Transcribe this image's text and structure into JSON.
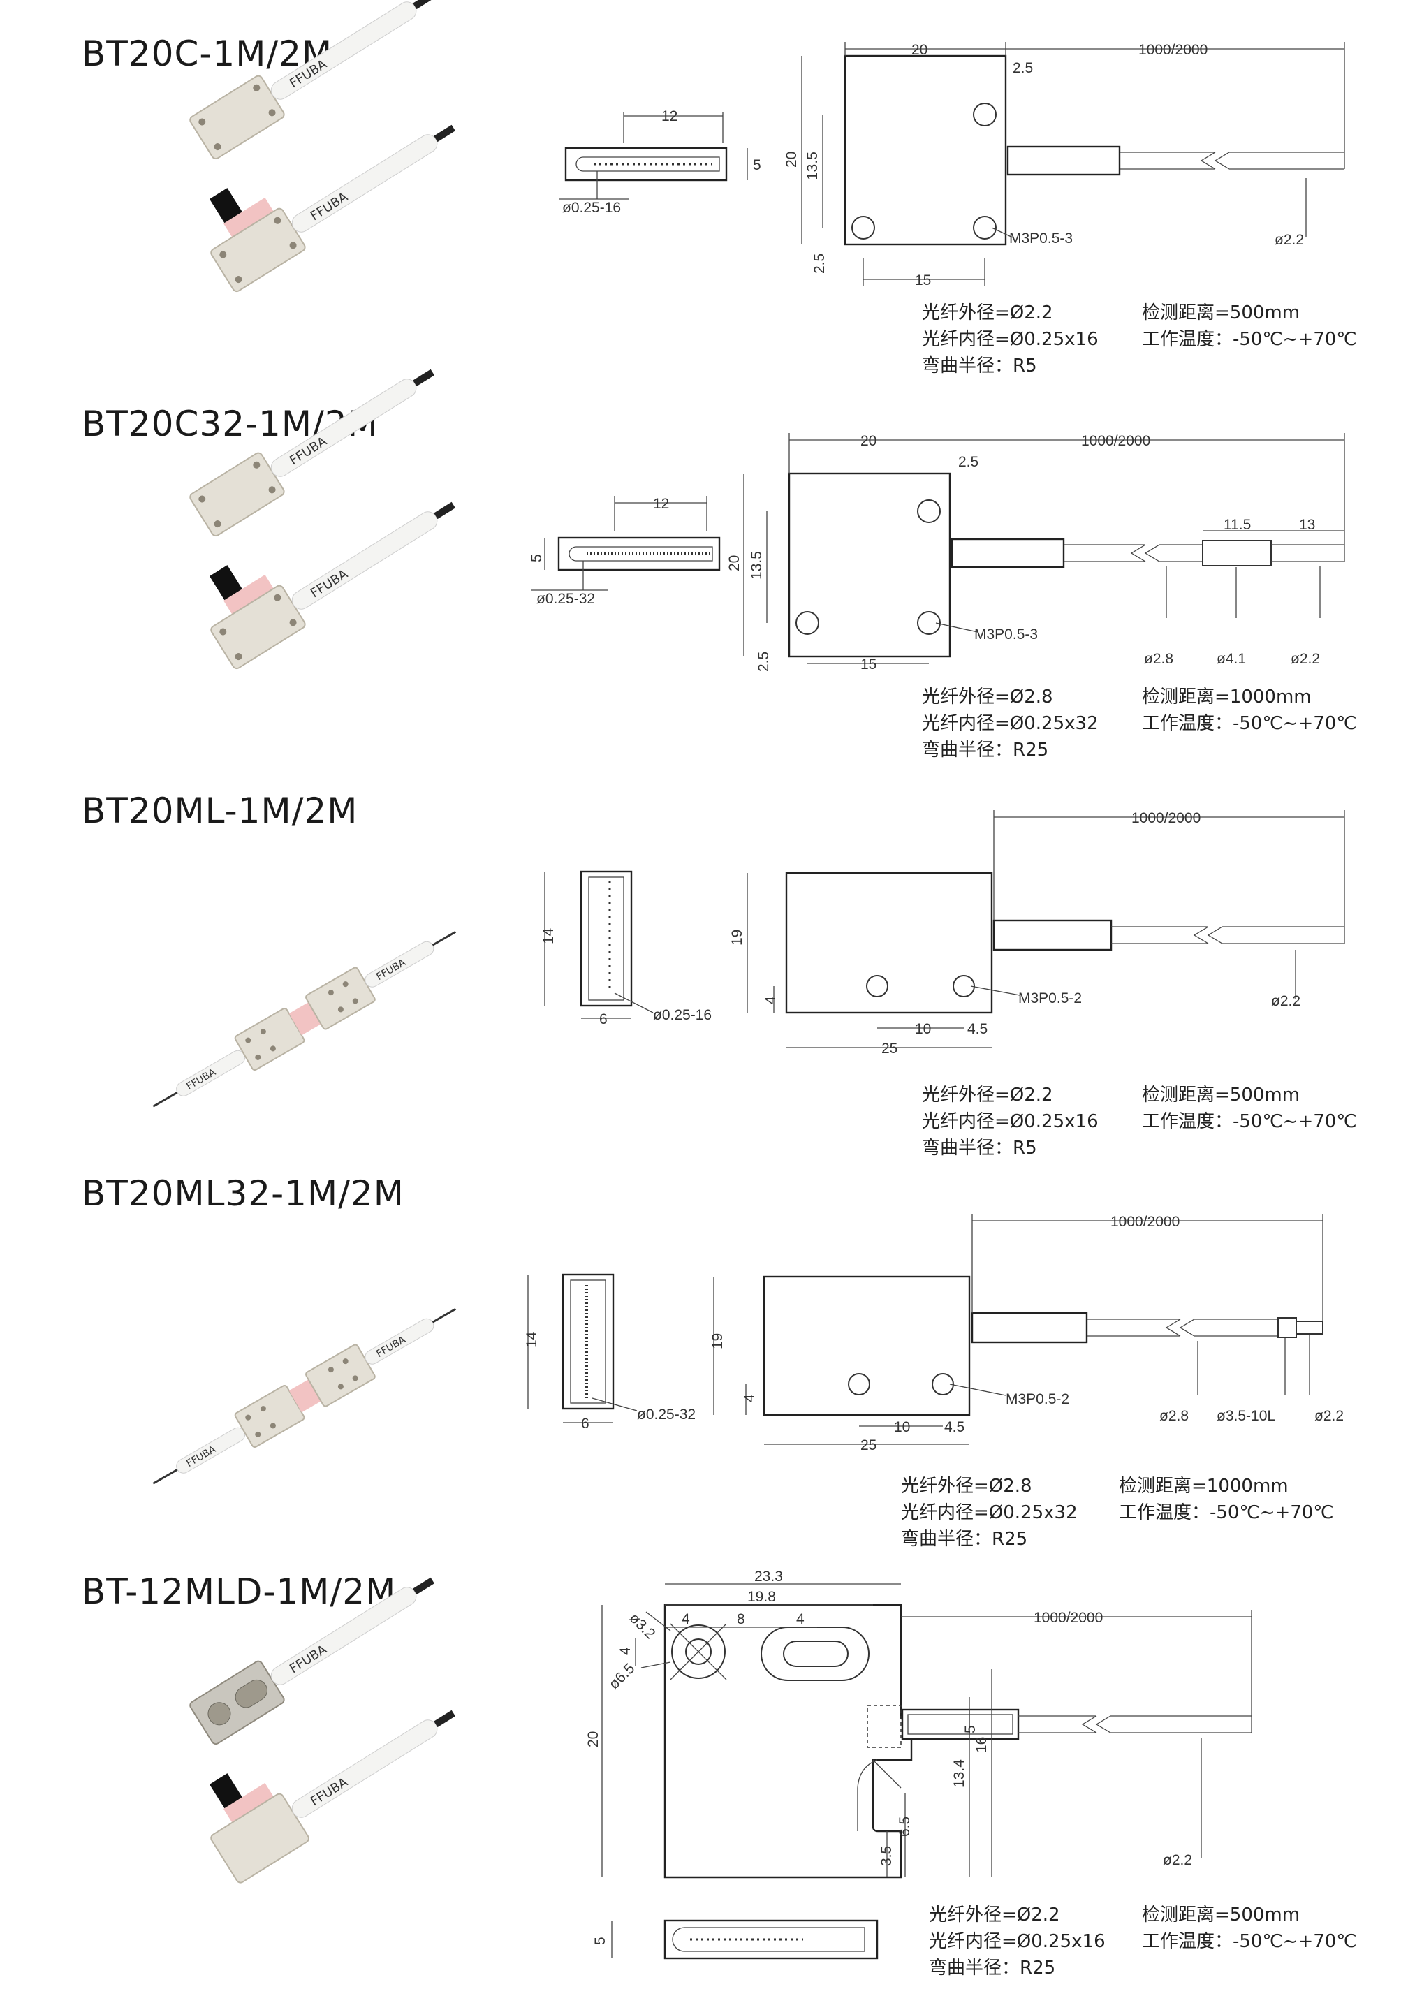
{
  "sections": [
    {
      "title": "BT20C-1M/2M",
      "dims": {
        "w": "20",
        "gap": "2.5",
        "cable": "1000/2000",
        "face_w": "12",
        "face_h": "5",
        "face_fiber": "ø0.25-16",
        "h": "20",
        "hole_pitch": "13.5",
        "edge": "2.5",
        "hole_x": "15",
        "screw": "M3P0.5-3",
        "dia": "ø2.2"
      },
      "specs": {
        "outer": "光纤外径=Ø2.2",
        "inner": "光纤内径=Ø0.25x16",
        "bend": "弯曲半径：R5",
        "distance": "检测距离=500mm",
        "temp": "工作温度：-50℃~+70℃"
      }
    },
    {
      "title": "BT20C32-1M/2M",
      "dims": {
        "w": "20",
        "gap": "2.5",
        "cable": "1000/2000",
        "face_w": "12",
        "face_h": "5",
        "face_fiber": "ø0.25-32",
        "h": "20",
        "hole_pitch": "13.5",
        "edge": "2.5",
        "hole_x": "15",
        "screw": "M3P0.5-3",
        "seg1": "11.5",
        "seg2": "13",
        "d1": "ø2.8",
        "d2": "ø4.1",
        "d3": "ø2.2"
      },
      "specs": {
        "outer": "光纤外径=Ø2.8",
        "inner": "光纤内径=Ø0.25x32",
        "bend": "弯曲半径：R25",
        "distance": "检测距离=1000mm",
        "temp": "工作温度：-50℃~+70℃"
      }
    },
    {
      "title": "BT20ML-1M/2M",
      "dims": {
        "cable": "1000/2000",
        "face_h": "14",
        "face_w": "6",
        "face_fiber": "ø0.25-16",
        "h": "19",
        "hole_y": "4",
        "hole_pitch": "10",
        "hole_edge": "4.5",
        "w": "25",
        "screw": "M3P0.5-2",
        "dia": "ø2.2"
      },
      "specs": {
        "outer": "光纤外径=Ø2.2",
        "inner": "光纤内径=Ø0.25x16",
        "bend": "弯曲半径：R5",
        "distance": "检测距离=500mm",
        "temp": "工作温度：-50℃~+70℃"
      }
    },
    {
      "title": "BT20ML32-1M/2M",
      "dims": {
        "cable": "1000/2000",
        "face_h": "14",
        "face_w": "6",
        "face_fiber": "ø0.25-32",
        "h": "19",
        "hole_y": "4",
        "hole_pitch": "10",
        "hole_edge": "4.5",
        "w": "25",
        "screw": "M3P0.5-2",
        "d1": "ø2.8",
        "d2": "ø3.5-10L",
        "d3": "ø2.2"
      },
      "specs": {
        "outer": "光纤外径=Ø2.8",
        "inner": "光纤内径=Ø0.25x32",
        "bend": "弯曲半径：R25",
        "distance": "检测距离=1000mm",
        "temp": "工作温度：-50℃~+70℃"
      }
    },
    {
      "title": "BT-12MLD-1M/2M",
      "dims": {
        "w_total": "23.3",
        "w_inner": "19.8",
        "a": "4",
        "b": "8",
        "c": "4",
        "cable": "1000/2000",
        "hole_small": "ø3.2",
        "hole_big": "ø6.5",
        "hole_y": "4",
        "h": "20",
        "h2": "16",
        "h3": "13.4",
        "h4": "5",
        "h5": "6.5",
        "h6": "3.5",
        "dia": "ø2.2",
        "face_h": "5"
      },
      "specs": {
        "outer": "光纤外径=Ø2.2",
        "inner": "光纤内径=Ø0.25x16",
        "bend": "弯曲半径：R25",
        "distance": "检测距离=500mm",
        "temp": "工作温度：-50℃~+70℃"
      }
    }
  ],
  "product_labels": {
    "brand": "FFUBA"
  },
  "colors": {
    "body": "#e4e0d6",
    "pad": "#f2c3c3",
    "cable": "#f4f4f2",
    "line": "#333333"
  }
}
